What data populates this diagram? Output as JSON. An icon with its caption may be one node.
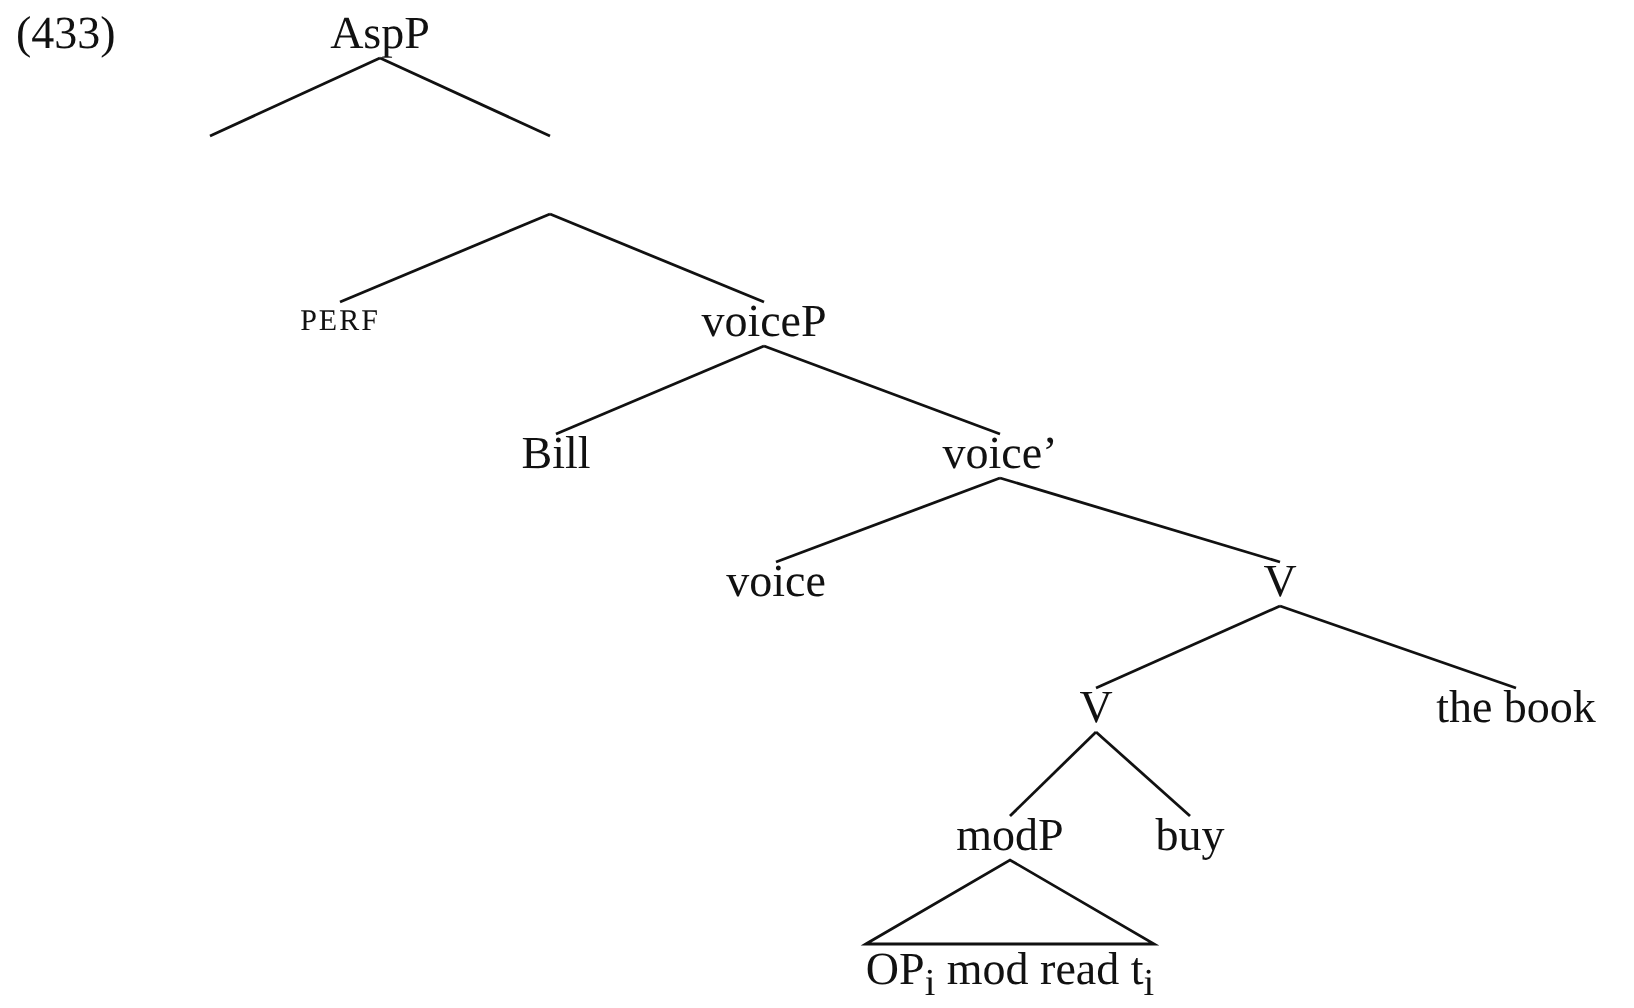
{
  "diagram": {
    "nodes": [
      {
        "text": [
          "AspP"
        ]
      },
      {
        "text": [
          "PERF"
        ]
      },
      {
        "text": [
          "voiceP"
        ]
      },
      {
        "text": [
          "Bill"
        ]
      },
      {
        "text": [
          "voice’"
        ]
      },
      {
        "text": [
          "voice"
        ]
      },
      {
        "text": [
          "V"
        ]
      },
      {
        "text": [
          "V"
        ]
      },
      {
        "text": [
          "the book"
        ]
      },
      {
        "text": [
          "modP"
        ]
      },
      {
        "text": [
          "buy"
        ]
      },
      {
        "text": [
          "OP$_{i}$ mod read t$_{i}$"
        ]
      }
    ],
    "edges": [
      {
        "from": 0,
        "to": null,
        "arrow": "none"
      },
      {
        "from": 0,
        "to": null,
        "arrow": "none"
      },
      {
        "from": null,
        "to": 1,
        "arrow": "none"
      },
      {
        "from": null,
        "to": 2,
        "arrow": "none"
      },
      {
        "from": 2,
        "to": 3,
        "arrow": "none"
      },
      {
        "from": 2,
        "to": 4,
        "arrow": "none"
      },
      {
        "from": 4,
        "to": 5,
        "arrow": "none"
      },
      {
        "from": 4,
        "to": 6,
        "arrow": "none"
      },
      {
        "from": 6,
        "to": 7,
        "arrow": "none"
      },
      {
        "from": 6,
        "to": 8,
        "arrow": "none"
      },
      {
        "from": 7,
        "to": 9,
        "arrow": "none"
      },
      {
        "from": 7,
        "to": 10,
        "arrow": "none"
      },
      {
        "from": 9,
        "to": 11,
        "arrow": "none"
      }
    ],
    "labels": [
      "(433)"
    ]
  }
}
